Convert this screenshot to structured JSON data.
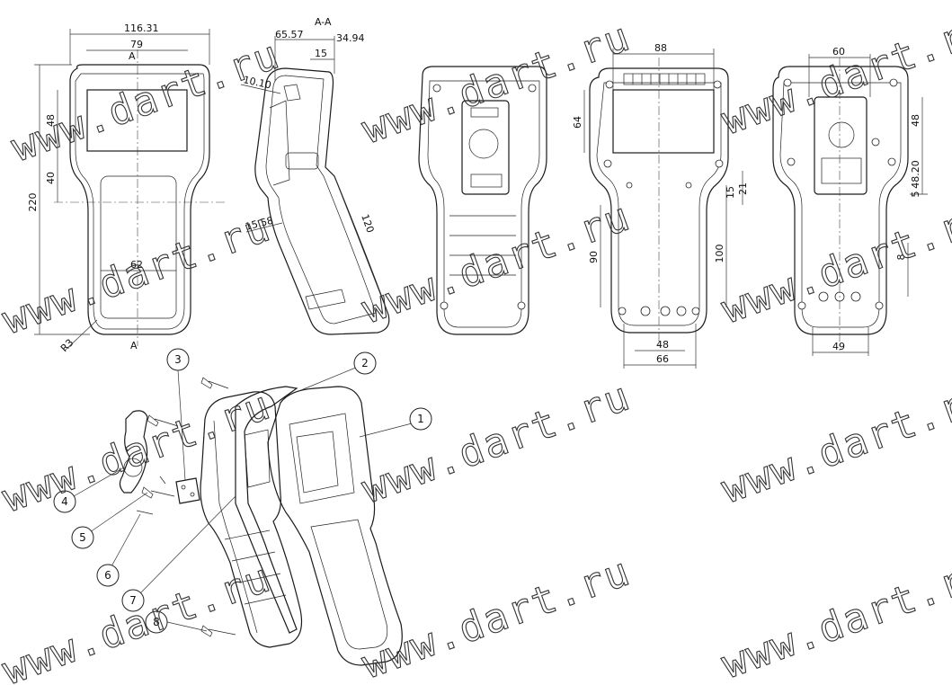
{
  "dims": {
    "front_width": "116.31",
    "front_inner": "79",
    "front_height": "220",
    "front_screen_h": "48",
    "front_gap": "40",
    "front_bottom": "62",
    "front_radius": "R3",
    "section_label_top": "A",
    "section_label_bottom": "A",
    "section_title": "A-A",
    "sec_total": "65.57",
    "sec_15": "15",
    "sec_3494": "34.94",
    "sec_1010": "10.10",
    "sec_1558": "15.58",
    "sec_120": "120",
    "top_88": "88",
    "top_64": "64",
    "top_90": "90",
    "top_100": "100",
    "top_15": "15",
    "top_21": "21",
    "top_48": "48",
    "top_66": "66",
    "back_60": "60",
    "back_48": "48",
    "back_4820": "48.20",
    "back_5": "5",
    "back_8": "8",
    "back_49": "49"
  },
  "balloons": [
    "1",
    "2",
    "3",
    "4",
    "5",
    "6",
    "7",
    "8"
  ],
  "watermark": "www.dart.ru"
}
